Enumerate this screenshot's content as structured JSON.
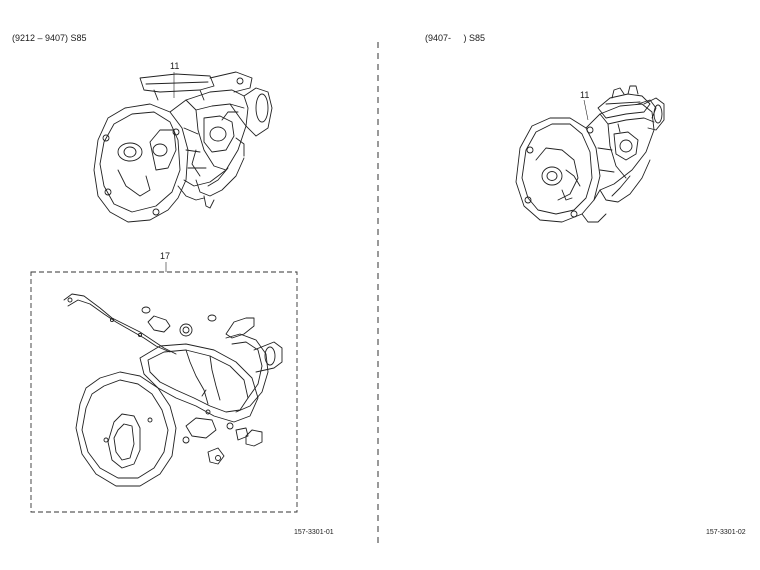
{
  "left_panel": {
    "header": "(9212 – 9407) S85",
    "assembly_callout": "11",
    "gasket_kit_callout": "17",
    "figure_code": "157-3301-01"
  },
  "right_panel": {
    "header": "(9407-     ) S85",
    "assembly_callout": "11",
    "figure_code": "157-3301-02"
  }
}
